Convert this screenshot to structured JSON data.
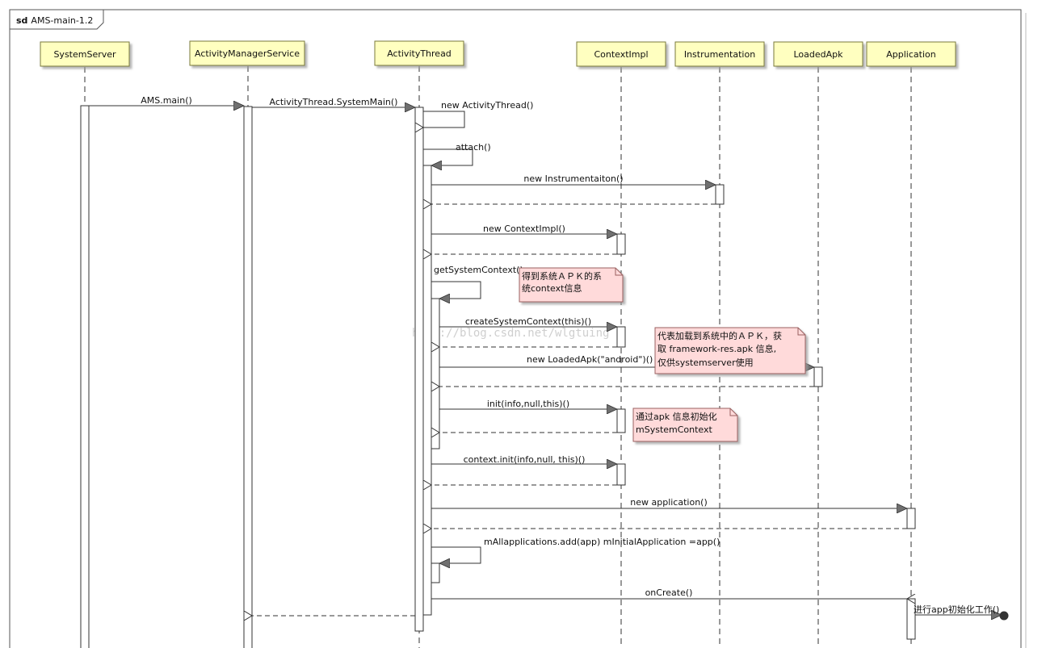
{
  "frame": {
    "keyword": "sd",
    "name": "AMS-main-1.2"
  },
  "colors": {
    "participant_fill": "#ffffc0",
    "participant_border": "#7a7a3a",
    "note_fill": "#ffdada",
    "note_border": "#9a6060",
    "line": "#333333",
    "arrowhead": "#707070"
  },
  "participants": [
    {
      "id": "ss",
      "label": "SystemServer"
    },
    {
      "id": "ams",
      "label": "ActivityManagerService"
    },
    {
      "id": "at",
      "label": "ActivityThread"
    },
    {
      "id": "ci",
      "label": "ContextImpl"
    },
    {
      "id": "ins",
      "label": "Instrumentation"
    },
    {
      "id": "lapk",
      "label": "LoadedApk"
    },
    {
      "id": "app",
      "label": "Application"
    }
  ],
  "messages": [
    {
      "id": "m1",
      "label": "AMS.main()"
    },
    {
      "id": "m2",
      "label": "ActivityThread.SystemMain()"
    },
    {
      "id": "m3",
      "label": "new ActivityThread()"
    },
    {
      "id": "m4",
      "label": "attach()"
    },
    {
      "id": "m5",
      "label": "new Instrumentaiton()"
    },
    {
      "id": "m6",
      "label": "new ContextImpl()"
    },
    {
      "id": "m7",
      "label": "getSystemContext()"
    },
    {
      "id": "m8",
      "label": "createSystemContext(this)()"
    },
    {
      "id": "m9",
      "label": "new LoadedApk(\"android\")()"
    },
    {
      "id": "m10",
      "label": "init(info,null,this)()"
    },
    {
      "id": "m11",
      "label": "context.init(info,null, this)()"
    },
    {
      "id": "m12",
      "label": "new application()"
    },
    {
      "id": "m13",
      "label": "mAllapplications.add(app)  mInitialApplication =app()"
    },
    {
      "id": "m14",
      "label": "onCreate()"
    },
    {
      "id": "m15",
      "label": "进行app初始化工作()"
    }
  ],
  "notes": [
    {
      "id": "n1",
      "lines": [
        "得到系统ＡＰＫ的系",
        "统context信息"
      ]
    },
    {
      "id": "n2",
      "lines": [
        "代表加载到系统中的ＡＰＫ，获",
        "取 framework-res.apk  信息,",
        "仅供systemserver使用"
      ]
    },
    {
      "id": "n3",
      "lines": [
        "通过apk 信息初始化",
        "mSystemContext"
      ]
    }
  ],
  "watermark": "http://blog.csdn.net/wlgtuing"
}
